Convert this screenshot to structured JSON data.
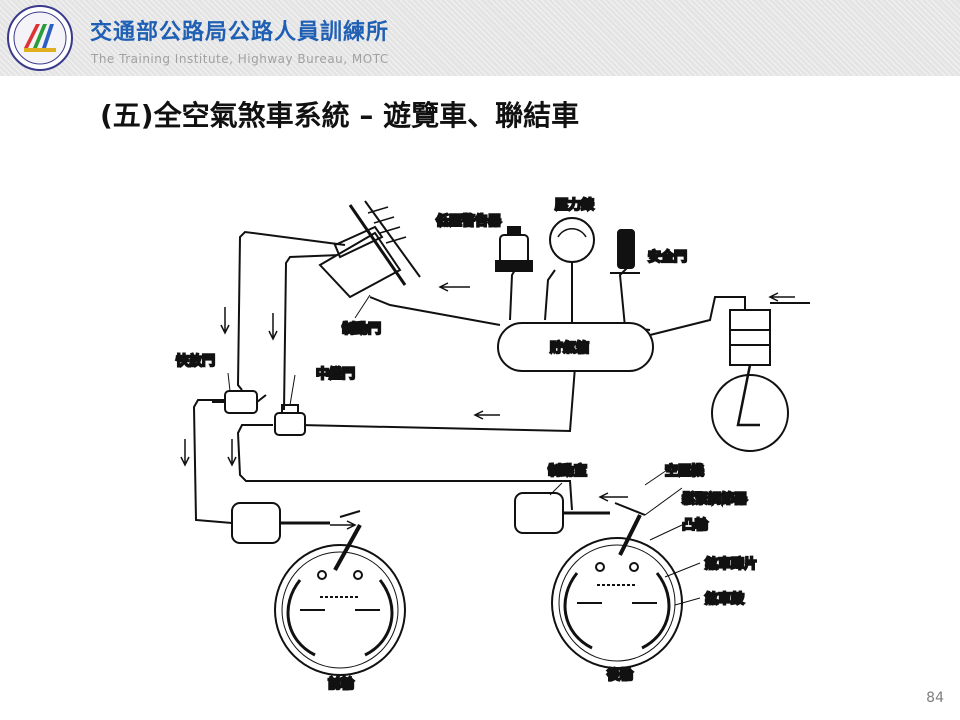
{
  "header": {
    "org_title": "交通部公路局公路人員訓練所",
    "org_subtitle": "The Training Institute, Highway Bureau, MOTC"
  },
  "slide": {
    "title": "(五)全空氣煞車系統 – 遊覽車、聯結車",
    "page_number": "84"
  },
  "diagram": {
    "labels": {
      "low_pressure_alarm": "低壓警告器",
      "pressure_gauge": "壓力錶",
      "safety_valve": "安全門",
      "brake_valve": "制動門",
      "quick_release_valve": "快放門",
      "relay_valve": "中繼門",
      "reservoir": "貯氣箱",
      "compressor": "空壓機",
      "brake_chamber": "制動室",
      "slack_adjuster": "鬆緊調節器",
      "cam": "凸輪",
      "brake_shoe": "煞車蹄片",
      "brake_drum": "煞車鼓",
      "front_wheel": "前輪",
      "rear_wheel": "後輪"
    }
  }
}
